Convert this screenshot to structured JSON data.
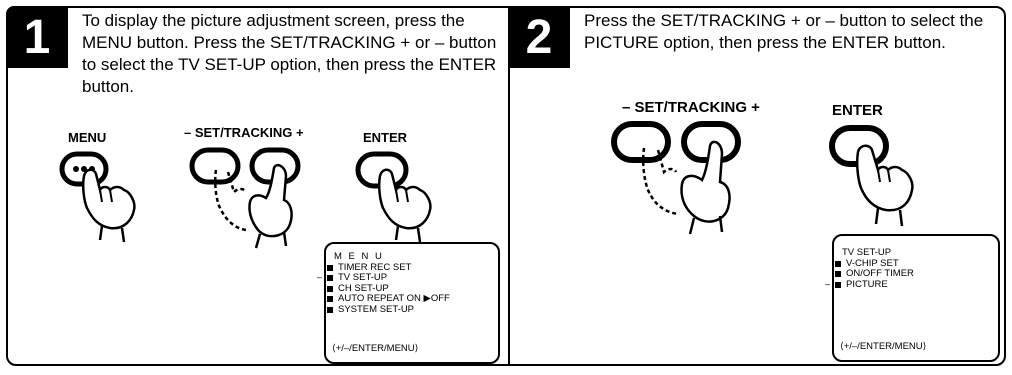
{
  "steps": [
    {
      "number": "1",
      "instruction": "To display the picture adjustment screen, press the MENU button. Press the SET/TRACKING + or – button to select the TV SET-UP option, then press the ENTER button.",
      "labels": {
        "menu": "MENU",
        "set_tracking": "– SET/TRACKING +",
        "enter": "ENTER"
      },
      "screen": {
        "title": "M E N U",
        "items": [
          "TIMER REC SET",
          "TV SET-UP",
          "CH SET-UP",
          "AUTO REPEAT   ON ▶OFF",
          "SYSTEM  SET-UP"
        ],
        "footer": "⟨+/–/ENTER/MENU⟩"
      }
    },
    {
      "number": "2",
      "instruction": "Press the SET/TRACKING + or – button to select the PICTURE option, then press the ENTER button.",
      "labels": {
        "set_tracking": "– SET/TRACKING +",
        "enter": "ENTER"
      },
      "screen": {
        "title": "TV  SET-UP",
        "items": [
          "V-CHIP SET",
          "ON/OFF  TIMER",
          "PICTURE"
        ],
        "footer": "⟨+/–/ENTER/MENU⟩"
      }
    }
  ],
  "icons": [
    "hand-press-icon",
    "hand-press-dotted-icon",
    "selection-pointer-icon"
  ]
}
